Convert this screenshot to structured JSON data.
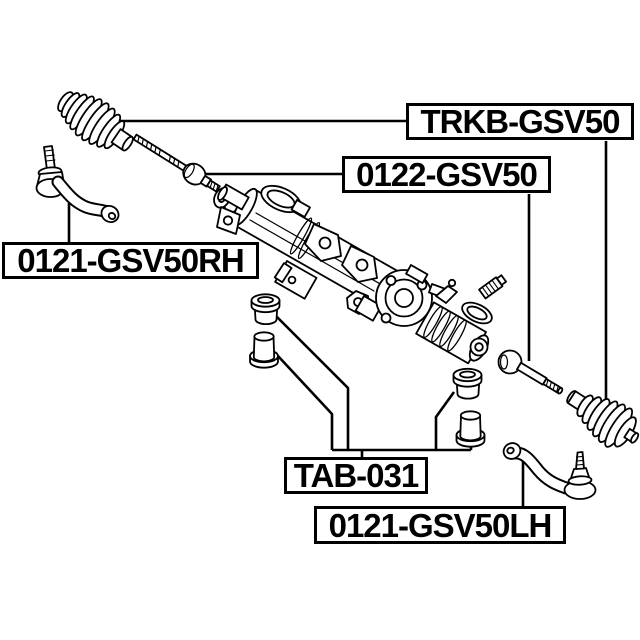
{
  "figure": {
    "background": "#ffffff",
    "ink": "#000000",
    "labels": {
      "boot_kit": {
        "text": "TRKB-GSV50"
      },
      "axial_rod": {
        "text": "0122-GSV50"
      },
      "tie_rod_end_rh": {
        "text": "0121-GSV50RH"
      },
      "rack_bushing": {
        "text": "TAB-031"
      },
      "tie_rod_end_lh": {
        "text": "0121-GSV50LH"
      }
    }
  }
}
